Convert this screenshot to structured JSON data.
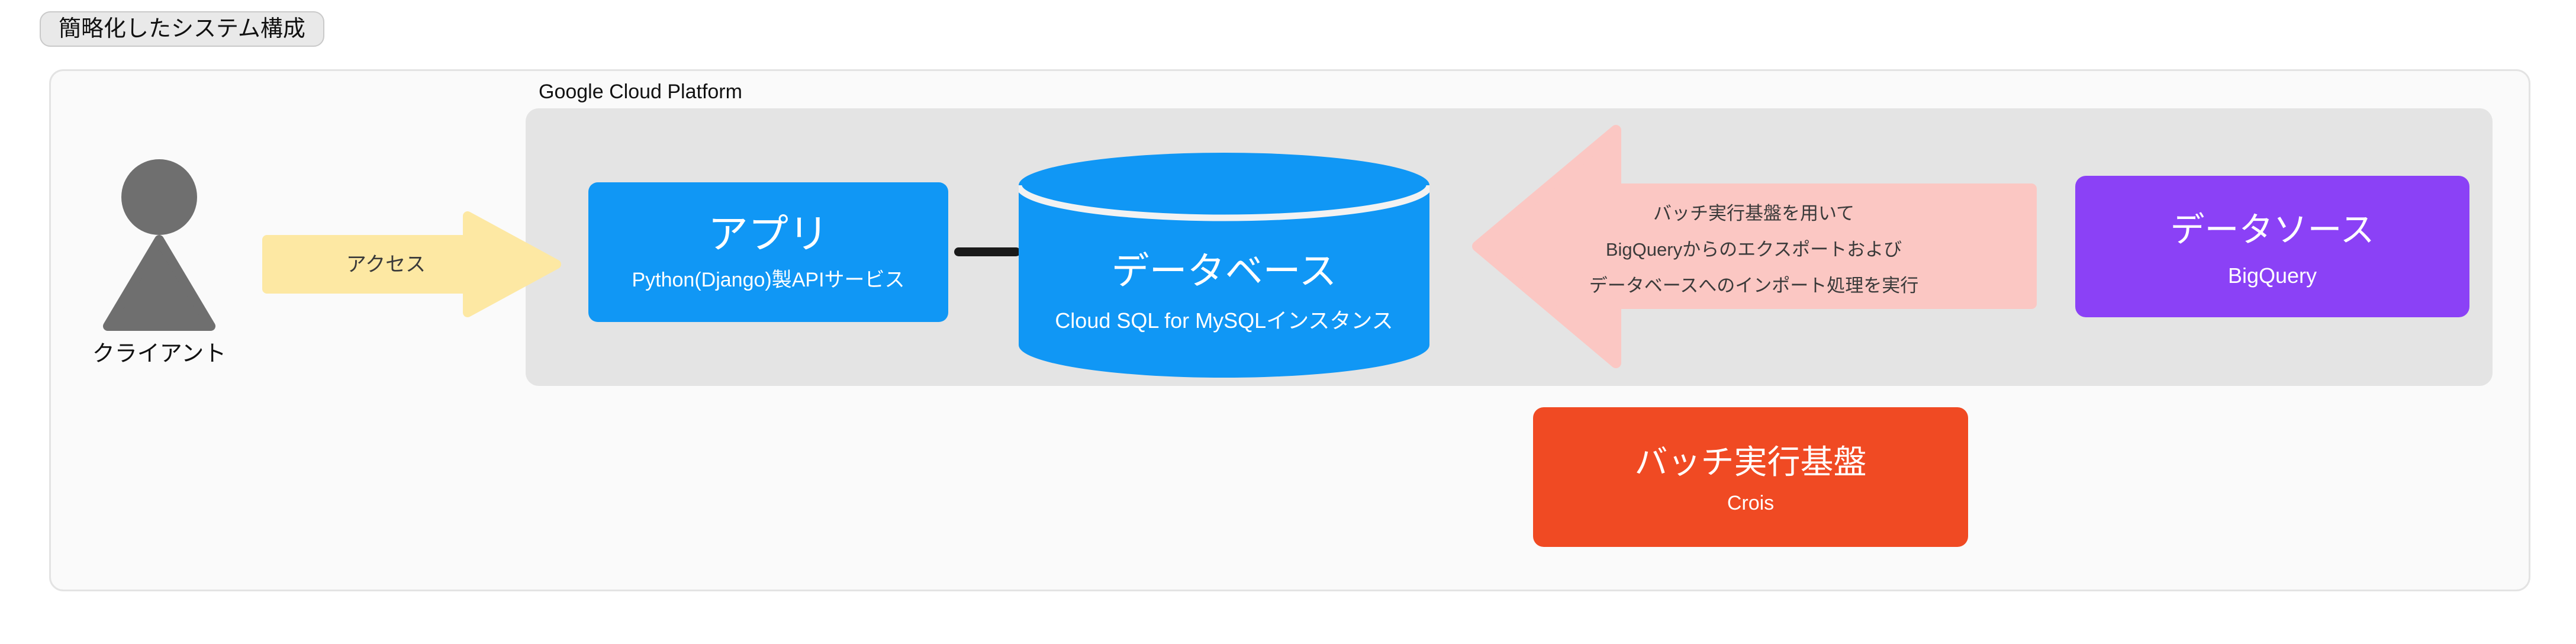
{
  "page": {
    "title_badge": "簡略化したシステム構成"
  },
  "diagram": {
    "client": {
      "label": "クライアント",
      "color": "#6f6f6f"
    },
    "access_arrow": {
      "label": "アクセス",
      "color": "#fde8a3"
    },
    "gcp": {
      "label": "Google Cloud Platform",
      "color": "#e4e4e4"
    },
    "app": {
      "title": "アプリ",
      "subtitle": "Python(Django)製APIサービス",
      "color": "#1097f5"
    },
    "database": {
      "title": "データベース",
      "subtitle": "Cloud SQL for MySQLインスタンス",
      "color": "#1097f5"
    },
    "batch_arrow": {
      "lines": [
        "バッチ実行基盤を用いて",
        "BigQueryからのエクスポートおよび",
        "データベースへのインポート処理を実行"
      ],
      "color": "#fbc7c3"
    },
    "datasource": {
      "title": "データソース",
      "subtitle": "BigQuery",
      "color": "#8b41f6"
    },
    "batch": {
      "title": "バッチ実行基盤",
      "subtitle": "Crois",
      "color": "#f04a23"
    }
  }
}
